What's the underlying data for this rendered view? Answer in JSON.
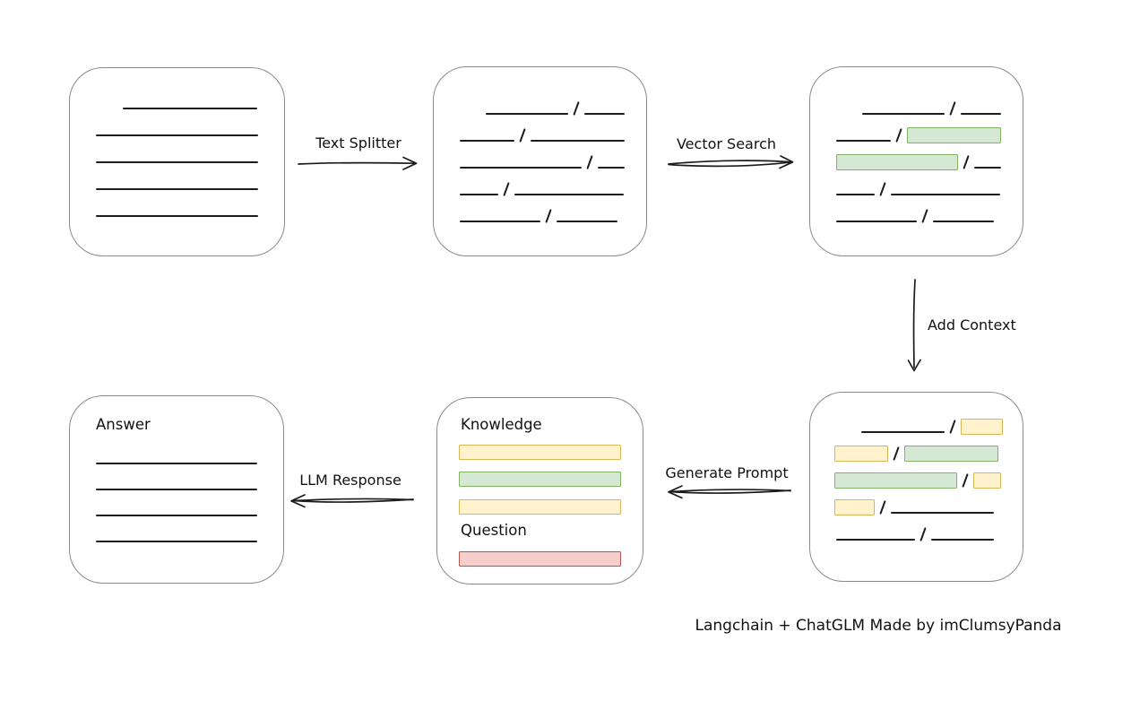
{
  "diagram": {
    "caption": "Langchain + ChatGLM Made by imClumsyPanda",
    "labels": {
      "text_splitter": "Text Splitter",
      "vector_search": "Vector Search",
      "add_context": "Add Context",
      "generate_prompt": "Generate Prompt",
      "llm_response": "LLM Response",
      "knowledge": "Knowledge",
      "question": "Question",
      "answer": "Answer"
    },
    "colors": {
      "green_fill": "#d5e8d4",
      "green_border": "#82b366",
      "yellow_fill": "#fff2cc",
      "yellow_border": "#d6b656",
      "red_fill": "#f8cecc",
      "red_border": "#b85450",
      "box_border": "#8a8a8a",
      "line": "#1c1c1c"
    },
    "document_box": {
      "rows": [
        {
          "indent": 59,
          "segments": [
            {
              "kind": "line",
              "w": 150
            }
          ]
        },
        {
          "indent": 29,
          "segments": [
            {
              "kind": "line",
              "w": 181
            }
          ]
        },
        {
          "indent": 29,
          "segments": [
            {
              "kind": "line",
              "w": 181
            }
          ]
        },
        {
          "indent": 29,
          "segments": [
            {
              "kind": "line",
              "w": 181
            }
          ]
        },
        {
          "indent": 29,
          "segments": [
            {
              "kind": "line",
              "w": 181
            }
          ]
        }
      ]
    },
    "chunks_box": {
      "rows": [
        {
          "indent": 58,
          "segments": [
            {
              "kind": "line",
              "w": 92
            },
            {
              "kind": "line",
              "w": 45
            }
          ]
        },
        {
          "indent": 29,
          "segments": [
            {
              "kind": "line",
              "w": 61
            },
            {
              "kind": "line",
              "w": 105
            }
          ]
        },
        {
          "indent": 29,
          "segments": [
            {
              "kind": "line",
              "w": 136
            },
            {
              "kind": "line",
              "w": 30
            }
          ]
        },
        {
          "indent": 29,
          "segments": [
            {
              "kind": "line",
              "w": 43
            },
            {
              "kind": "line",
              "w": 122
            }
          ]
        },
        {
          "indent": 29,
          "segments": [
            {
              "kind": "line",
              "w": 90
            },
            {
              "kind": "line",
              "w": 68
            }
          ]
        }
      ]
    },
    "vector_box": {
      "rows": [
        {
          "indent": 58,
          "segments": [
            {
              "kind": "line",
              "w": 92
            },
            {
              "kind": "line",
              "w": 45
            }
          ]
        },
        {
          "indent": 29,
          "segments": [
            {
              "kind": "line",
              "w": 61
            },
            {
              "kind": "green",
              "w": 105
            }
          ]
        },
        {
          "indent": 29,
          "segments": [
            {
              "kind": "green",
              "w": 136
            },
            {
              "kind": "line",
              "w": 30
            }
          ]
        },
        {
          "indent": 29,
          "segments": [
            {
              "kind": "line",
              "w": 43
            },
            {
              "kind": "line",
              "w": 122
            }
          ]
        },
        {
          "indent": 29,
          "segments": [
            {
              "kind": "line",
              "w": 90
            },
            {
              "kind": "line",
              "w": 68
            }
          ]
        }
      ]
    },
    "context_box": {
      "rows": [
        {
          "indent": 57,
          "segments": [
            {
              "kind": "line",
              "w": 93
            },
            {
              "kind": "yellow",
              "w": 47
            }
          ]
        },
        {
          "indent": 27,
          "segments": [
            {
              "kind": "yellow",
              "w": 60
            },
            {
              "kind": "green",
              "w": 105
            }
          ]
        },
        {
          "indent": 27,
          "segments": [
            {
              "kind": "green",
              "w": 137
            },
            {
              "kind": "yellow",
              "w": 31
            }
          ]
        },
        {
          "indent": 27,
          "segments": [
            {
              "kind": "yellow",
              "w": 45
            },
            {
              "kind": "line",
              "w": 115
            }
          ]
        },
        {
          "indent": 29,
          "segments": [
            {
              "kind": "line",
              "w": 88
            },
            {
              "kind": "line",
              "w": 70
            }
          ]
        }
      ]
    },
    "prompt_box": {
      "knowledge_bars": [
        "yellow",
        "green",
        "yellow"
      ],
      "question_bars": [
        "red"
      ]
    },
    "answer_box": {
      "rows": [
        {
          "indent": 0,
          "segments": [
            {
              "kind": "line",
              "w": 180
            }
          ]
        },
        {
          "indent": 0,
          "segments": [
            {
              "kind": "line",
              "w": 180
            }
          ]
        },
        {
          "indent": 0,
          "segments": [
            {
              "kind": "line",
              "w": 180
            }
          ]
        },
        {
          "indent": 0,
          "segments": [
            {
              "kind": "line",
              "w": 180
            }
          ]
        }
      ]
    }
  }
}
